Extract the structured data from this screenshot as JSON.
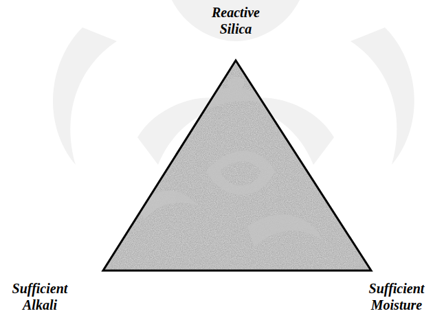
{
  "diagram": {
    "labels": [
      "Reactive Silica",
      "Sufficient Alkali",
      "Sufficient Moisture"
    ]
  }
}
